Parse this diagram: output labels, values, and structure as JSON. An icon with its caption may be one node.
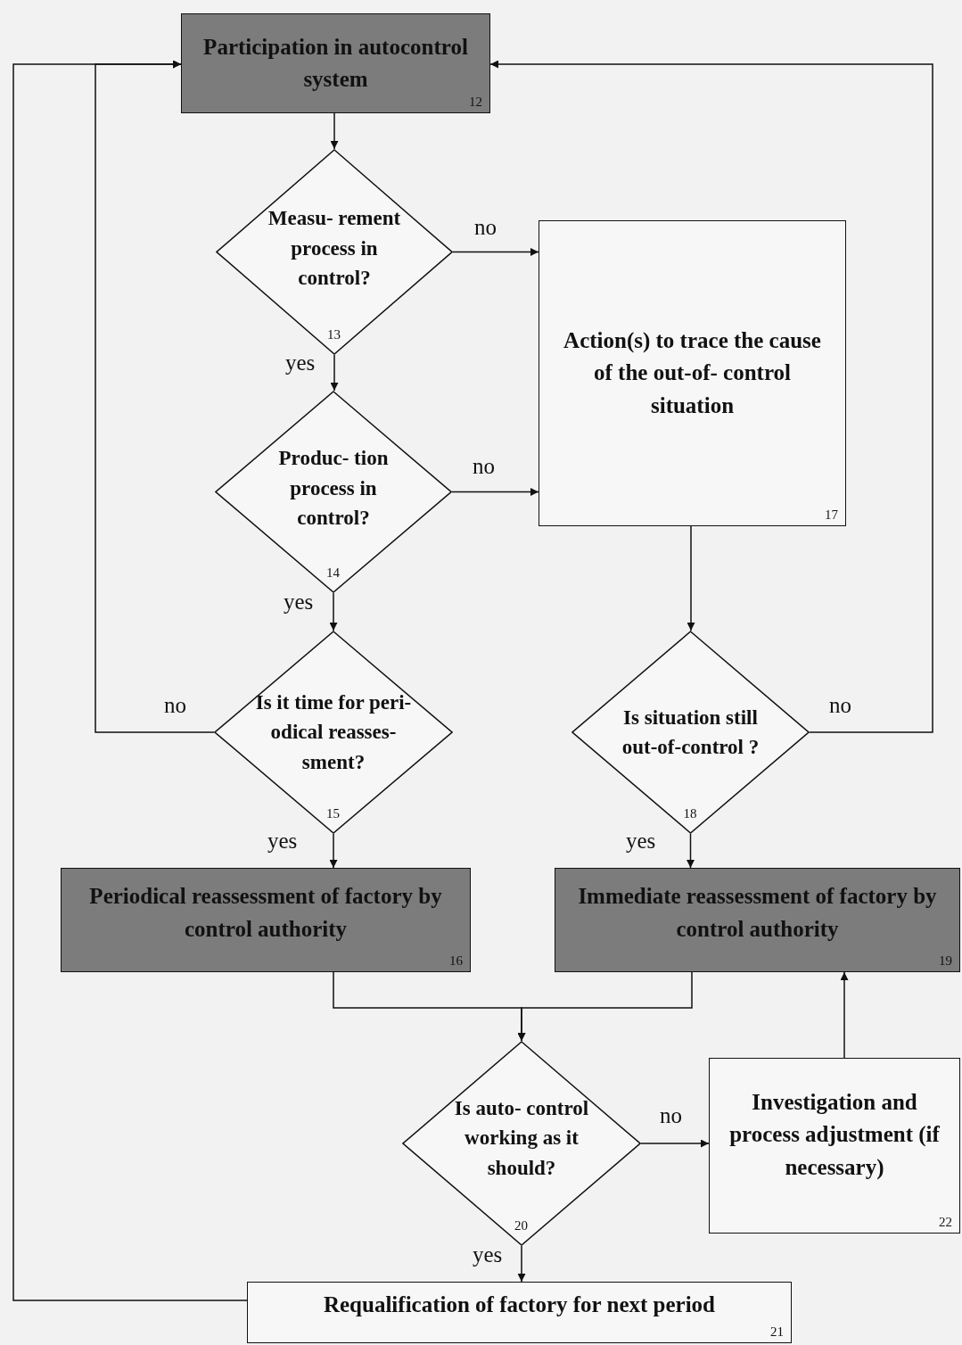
{
  "diagram": {
    "nodes": [
      {
        "text": [
          "Participation in autocontrol system",
          "12"
        ]
      },
      {
        "text": [
          "Measu- rement process in control?",
          "13"
        ]
      },
      {
        "text": [
          "Produc- tion process in control?",
          "14"
        ]
      },
      {
        "text": [
          "Is it time for peri- odical reasses- sment?",
          "15"
        ]
      },
      {
        "text": [
          "Action(s) to trace the cause of the out-of- control situation",
          "17"
        ]
      },
      {
        "text": [
          "Is situation still out-of-control ?",
          "18"
        ]
      },
      {
        "text": [
          "Periodical reassessment of factory by control authority",
          "16"
        ]
      },
      {
        "text": [
          "Immediate reassessment of factory by control authority",
          "19"
        ]
      },
      {
        "text": [
          "Is auto- control working as it should?",
          "20"
        ]
      },
      {
        "text": [
          "Investigation and process adjustment (if necessary)",
          "22"
        ]
      },
      {
        "text": [
          "Requalification of factory for next period",
          "21"
        ]
      }
    ],
    "edges": [
      {
        "from": 0,
        "to": 1,
        "arrow": "to"
      },
      {
        "from": 1,
        "to": 2,
        "arrow": "to",
        "label": "yes"
      },
      {
        "from": 1,
        "to": 4,
        "arrow": "to",
        "label": "no"
      },
      {
        "from": 2,
        "to": 4,
        "arrow": "to",
        "label": "no"
      },
      {
        "from": 2,
        "to": 3,
        "arrow": "to",
        "label": "yes"
      },
      {
        "from": 3,
        "to": 0,
        "arrow": "to",
        "label": "no"
      },
      {
        "from": 4,
        "to": 5,
        "arrow": "to"
      },
      {
        "from": 5,
        "to": 0,
        "arrow": "to",
        "label": "no"
      },
      {
        "from": 5,
        "to": 7,
        "arrow": "to",
        "label": "yes"
      },
      {
        "from": 3,
        "to": 6,
        "arrow": "to",
        "label": "yes"
      },
      {
        "from": 6,
        "to": 8,
        "arrow": "to"
      },
      {
        "from": 7,
        "to": 8,
        "arrow": "to"
      },
      {
        "from": 8,
        "to": 9,
        "arrow": "to",
        "label": "no"
      },
      {
        "from": 9,
        "to": 7,
        "arrow": "to"
      },
      {
        "from": 8,
        "to": 10,
        "arrow": "to",
        "label": "yes"
      },
      {
        "from": 10,
        "to": 0,
        "arrow": "to"
      }
    ]
  }
}
